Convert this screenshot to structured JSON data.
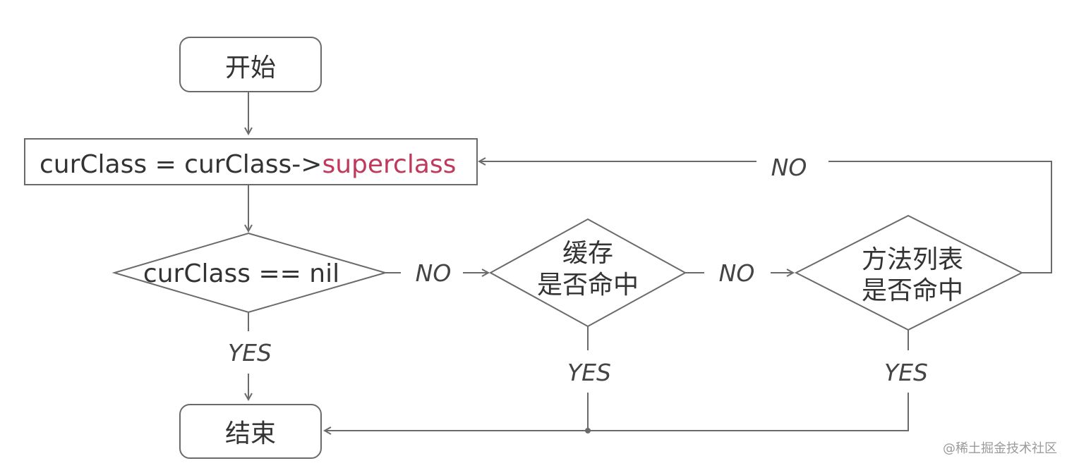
{
  "nodes": {
    "start": "开始",
    "assign_prefix": "curClass = curClass->",
    "assign_highlight": "superclass",
    "nil_check": "curClass == nil",
    "cache_check_line1": "缓存",
    "cache_check_line2": "是否命中",
    "method_list_line1": "方法列表",
    "method_list_line2": "是否命中",
    "end": "结束"
  },
  "labels": {
    "nil_no": "NO",
    "nil_yes": "YES",
    "cache_no": "NO",
    "cache_yes": "YES",
    "method_no": "NO",
    "method_yes": "YES"
  },
  "watermark": "@稀土掘金技术社区",
  "colors": {
    "stroke": "#6a6a6a",
    "text": "#333333",
    "highlight": "#c0395a"
  }
}
